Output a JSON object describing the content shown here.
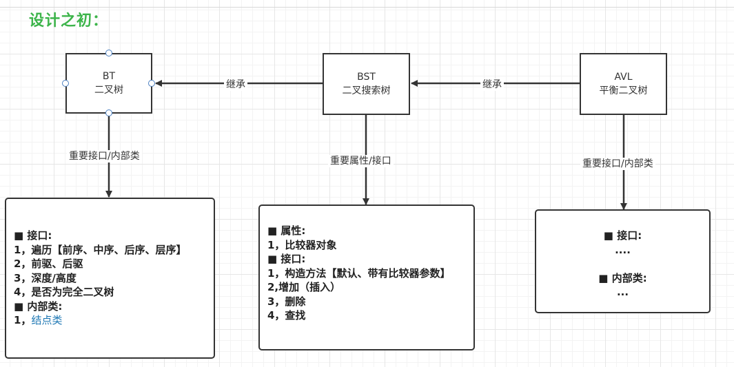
{
  "title": "设计之初：",
  "nodes": {
    "bt": {
      "line1": "BT",
      "line2": "二叉树"
    },
    "bst": {
      "line1": "BST",
      "line2": "二叉搜索树"
    },
    "avl": {
      "line1": "AVL",
      "line2": "平衡二叉树"
    }
  },
  "edges": {
    "bst_to_bt": "继承",
    "avl_to_bst": "继承",
    "bt_down": "重要接口/内部类",
    "bst_down": "重要属性/接口",
    "avl_down": "重要接口/内部类"
  },
  "panels": {
    "bt": {
      "lines": [
        "■ 接口:",
        "1，遍历【前序、中序、后序、层序】",
        "2，前驱、后驱",
        "3，深度/高度",
        "4，是否为完全二叉树",
        "■ 内部类:"
      ],
      "last_prefix": "1，",
      "last_link": "结点类"
    },
    "bst": {
      "lines": [
        "■ 属性:",
        "1，比较器对象",
        "■ 接口:",
        "1，构造方法【默认、带有比较器参数】",
        "2,增加（插入）",
        "3，删除",
        "4，查找"
      ]
    },
    "avl": {
      "lines": [
        "■ 接口:",
        "....",
        "",
        "■ 内部类:",
        "..."
      ]
    }
  },
  "colors": {
    "title": "#3cb44a",
    "link": "#1f78b4",
    "stroke": "#333333",
    "handle": "#4a7fc1"
  }
}
